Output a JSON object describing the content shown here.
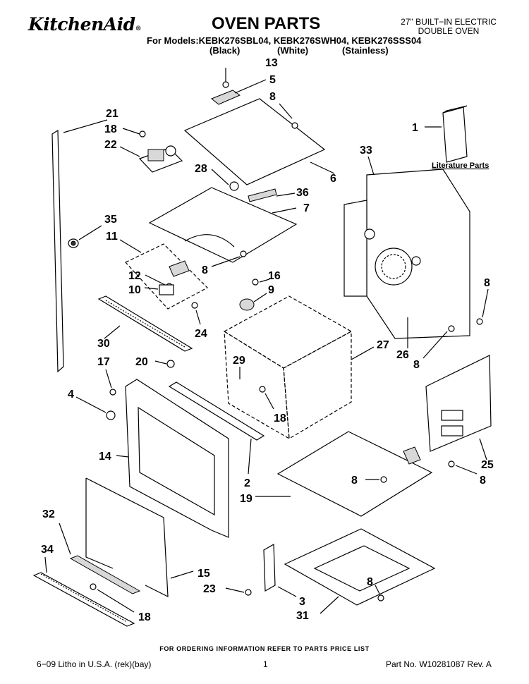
{
  "header": {
    "brand": "KitchenAid",
    "brand_mark": "®",
    "title": "OVEN PARTS",
    "oven_type_line1": "27\" BUILT−IN ELECTRIC",
    "oven_type_line2": "DOUBLE OVEN",
    "models_line": "For Models:KEBK276SBL04, KEBK276SWH04, KEBK276SSS04",
    "finish_black": "(Black)",
    "finish_white": "(White)",
    "finish_stainless": "(Stainless)"
  },
  "diagram": {
    "literature_label": "Literature Parts",
    "callouts": {
      "c13": "13",
      "c5": "5",
      "c8a": "8",
      "c21": "21",
      "c18a": "18",
      "c22": "22",
      "c1": "1",
      "c6": "6",
      "c28": "28",
      "c36": "36",
      "c7": "7",
      "c33": "33",
      "c35": "35",
      "c11": "11",
      "c8b": "8",
      "c12": "12",
      "c10": "10",
      "c16": "16",
      "c9": "9",
      "c8c": "8",
      "c24": "24",
      "c30": "30",
      "c27": "27",
      "c26": "26",
      "c8d": "8",
      "c17": "17",
      "c20": "20",
      "c29": "29",
      "c4": "4",
      "c18b": "18",
      "c14": "14",
      "c25": "25",
      "c8e": "8",
      "c8f": "8",
      "c2": "2",
      "c19": "19",
      "c32": "32",
      "c34": "34",
      "c15": "15",
      "c8g": "8",
      "c23": "23",
      "c3": "3",
      "c31": "31",
      "c18c": "18"
    }
  },
  "footer": {
    "ordering_note": "FOR ORDERING INFORMATION REFER TO PARTS PRICE LIST",
    "litho": "6−09 Litho in U.S.A. (rek)(bay)",
    "page_number": "1",
    "part_number": "Part No. W10281087 Rev. A"
  }
}
